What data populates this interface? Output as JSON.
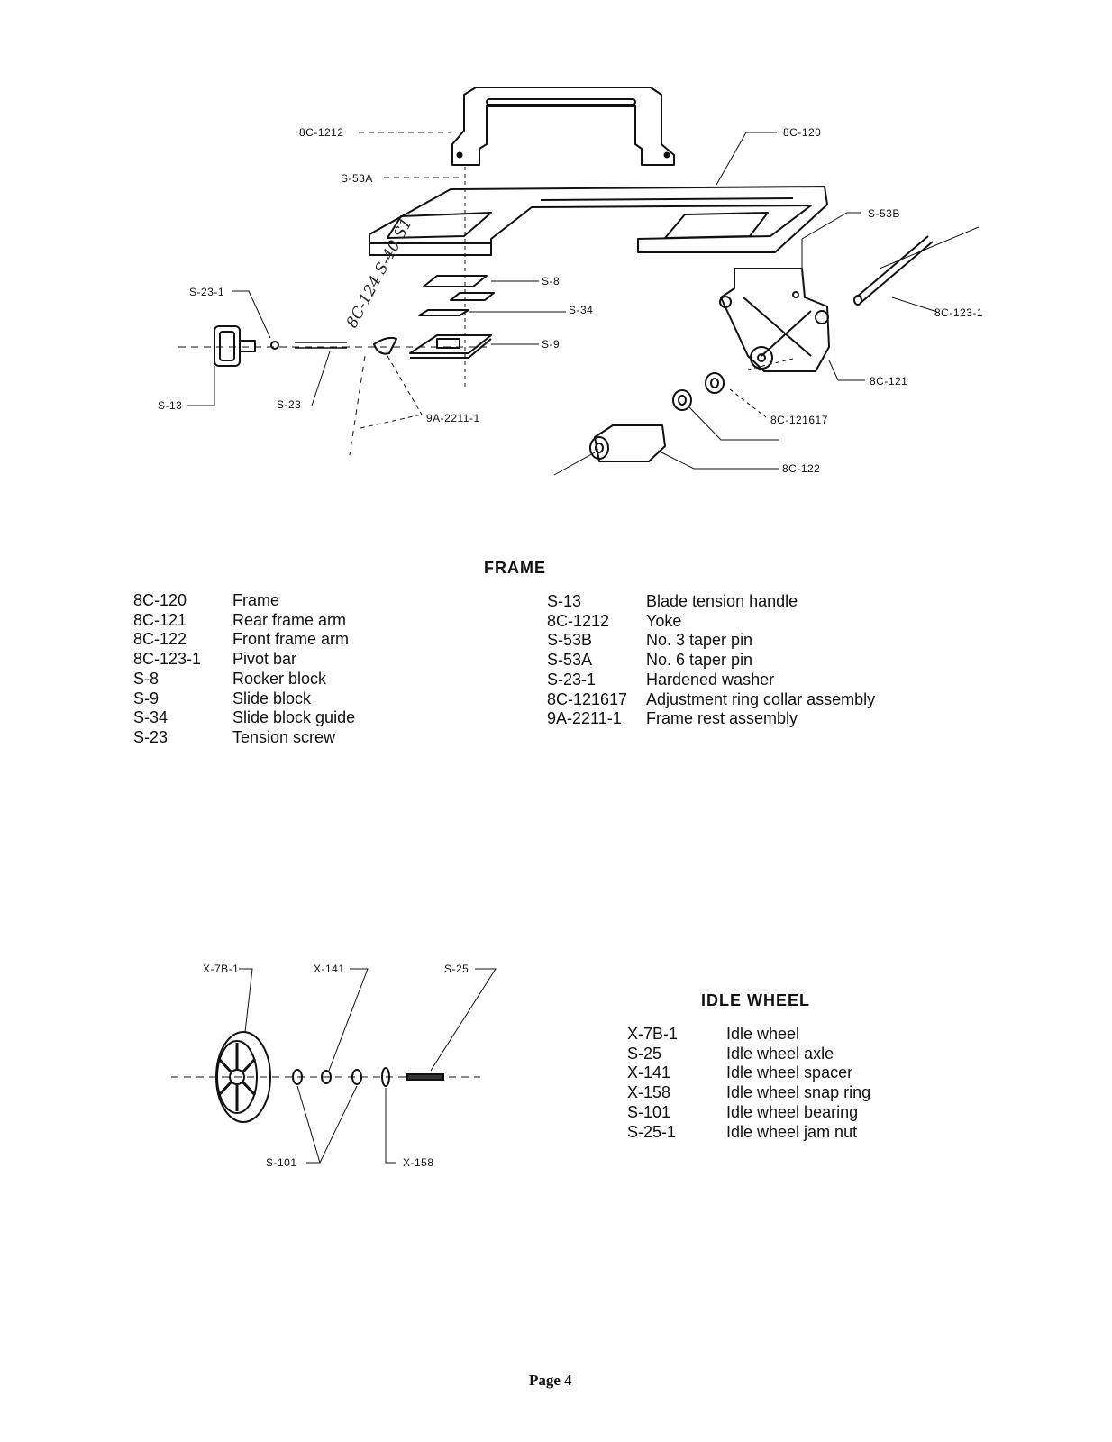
{
  "frame_diagram": {
    "callouts": {
      "yoke": "8C-1212",
      "frame": "8C-120",
      "taper_pin_6": "S-53A",
      "taper_pin_3": "S-53B",
      "rocker_block": "S-8",
      "slide_block_guide": "S-34",
      "slide_block": "S-9",
      "hardened_washer": "S-23-1",
      "pivot_bar": "8C-123-1",
      "tension_handle": "S-13",
      "tension_screw": "S-23",
      "frame_rest": "9A-2211-1",
      "rear_frame_arm": "8C-121",
      "collar_assembly": "8C-121617",
      "front_frame_arm": "8C-122"
    },
    "handwritten_note": "8C-124 S-40 S1"
  },
  "frame_section": {
    "title": "FRAME",
    "left_column": [
      {
        "code": "8C-120",
        "description": "Frame"
      },
      {
        "code": "8C-121",
        "description": "Rear frame arm"
      },
      {
        "code": "8C-122",
        "description": "Front frame arm"
      },
      {
        "code": "8C-123-1",
        "description": "Pivot bar"
      },
      {
        "code": "S-8",
        "description": "Rocker block"
      },
      {
        "code": "S-9",
        "description": "Slide block"
      },
      {
        "code": "S-34",
        "description": "Slide block guide"
      },
      {
        "code": "S-23",
        "description": "Tension screw"
      }
    ],
    "right_column": [
      {
        "code": "S-13",
        "description": "Blade tension handle"
      },
      {
        "code": "8C-1212",
        "description": "Yoke"
      },
      {
        "code": "S-53B",
        "description": "No. 3 taper pin"
      },
      {
        "code": "S-53A",
        "description": "No. 6 taper pin"
      },
      {
        "code": "S-23-1",
        "description": "Hardened washer"
      },
      {
        "code": "8C-121617",
        "description": "Adjustment ring collar assembly"
      },
      {
        "code": "9A-2211-1",
        "description": "Frame rest assembly"
      }
    ]
  },
  "idle_wheel_diagram": {
    "callouts": {
      "wheel": "X-7B-1",
      "spacer": "X-141",
      "axle": "S-25",
      "bearing": "S-101",
      "snap_ring": "X-158"
    }
  },
  "idle_wheel_section": {
    "title": "IDLE WHEEL",
    "items": [
      {
        "code": "X-7B-1",
        "description": "Idle wheel"
      },
      {
        "code": "S-25",
        "description": "Idle wheel axle"
      },
      {
        "code": "X-141",
        "description": "Idle wheel spacer"
      },
      {
        "code": "X-158",
        "description": "Idle wheel snap ring"
      },
      {
        "code": "S-101",
        "description": "Idle wheel bearing"
      },
      {
        "code": "S-25-1",
        "description": "Idle wheel jam nut"
      }
    ]
  },
  "footer": {
    "page_label": "Page 4"
  }
}
